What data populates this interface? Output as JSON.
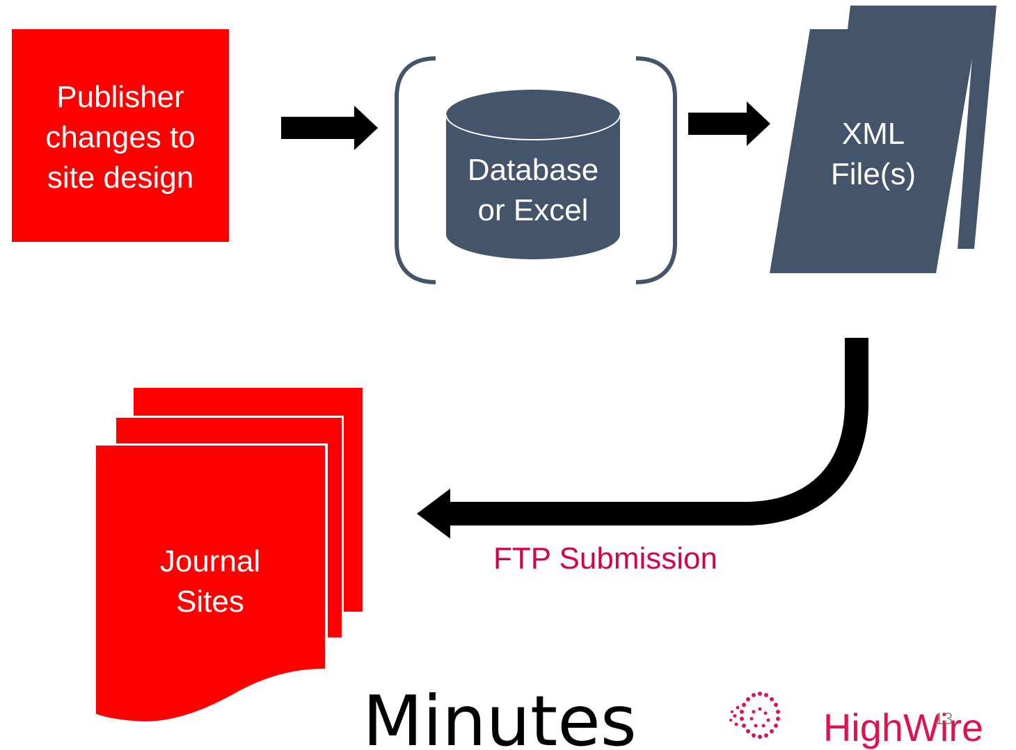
{
  "nodes": {
    "publisher": {
      "line1": "Publisher",
      "line2": "changes to",
      "line3": "site design"
    },
    "database": {
      "line1": "Database",
      "line2": "or Excel"
    },
    "xml": {
      "line1": "XML",
      "line2": "File(s)"
    },
    "journal": {
      "line1": "Journal",
      "line2": "Sites"
    }
  },
  "edges": {
    "ftp_label": "FTP Submission"
  },
  "footer": {
    "minutes": "Minutes",
    "brand": "HighWire",
    "page_number": "13"
  },
  "colors": {
    "red": "#ff0000",
    "slate": "#44546a",
    "ftp_text": "#d6004f",
    "brand": "#e0114f",
    "arrow": "#000000"
  }
}
